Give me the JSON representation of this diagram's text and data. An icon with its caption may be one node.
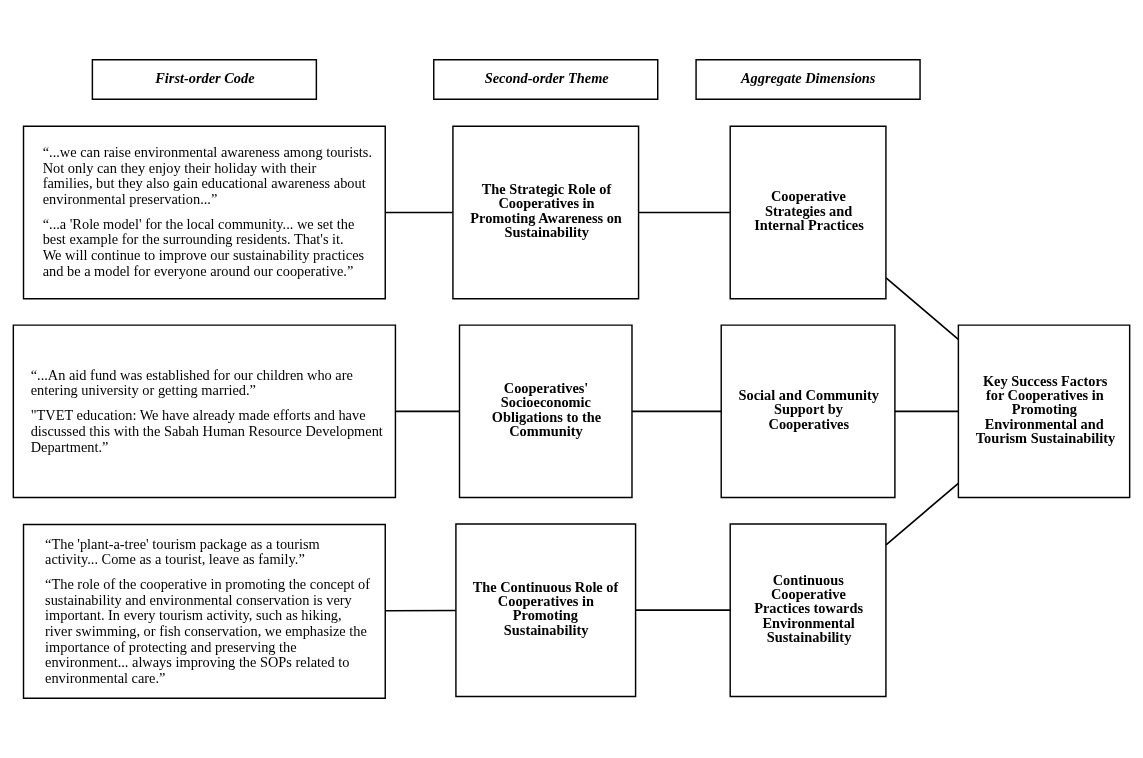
{
  "diagram": {
    "nodes": [
      {
        "text": [
          "First-order Code"
        ]
      },
      {
        "text": [
          "Second-order Theme"
        ]
      },
      {
        "text": [
          "Aggregate Dimensions"
        ]
      },
      {
        "text": [
          "“...we can raise environmental awareness among tourists. Not only can they enjoy their holiday with their families, but they also gain educational awareness about environmental preservation...”",
          "“...a 'Role model' for the local community... we set the best example for the surrounding residents. That's it. We will continue to improve our sustainability practices and be a model for everyone around our cooperative.”"
        ]
      },
      {
        "text": [
          "The Strategic Role of Cooperatives in Promoting Awareness on Sustainability"
        ]
      },
      {
        "text": [
          "Cooperative Strategies and Internal Practices"
        ]
      },
      {
        "text": [
          "“...An aid fund was established for our children who are entering university or getting married.”",
          "\"TVET education: We have already made efforts and have discussed this with the Sabah Human Resource Development Department.”"
        ]
      },
      {
        "text": [
          "Cooperatives' Socioeconomic Obligations to the Community"
        ]
      },
      {
        "text": [
          "Social and Community Support by Cooperatives"
        ]
      },
      {
        "text": [
          "“The 'plant-a-tree' tourism package as a tourism activity... Come as a tourist, leave as family.”",
          "“The role of the cooperative in promoting the concept of sustainability and environmental conservation is very important. In every tourism activity, such as hiking, river swimming, or fish conservation, we emphasize the importance of protecting and preserving the environment... always improving the SOPs related to environmental care.”"
        ]
      },
      {
        "text": [
          "The Continuous Role of Cooperatives in Promoting Sustainability"
        ]
      },
      {
        "text": [
          "Continuous Cooperative Practices towards Environmental Sustainability"
        ]
      },
      {
        "text": [
          "Key Success Factors for Cooperatives in Promoting Environmental and Tourism Sustainability"
        ]
      }
    ],
    "edges": [
      {
        "from": 3,
        "to": 4,
        "arrow": "none"
      },
      {
        "from": 4,
        "to": 5,
        "arrow": "none"
      },
      {
        "from": 6,
        "to": 7,
        "arrow": "none"
      },
      {
        "from": 7,
        "to": 8,
        "arrow": "none"
      },
      {
        "from": 9,
        "to": 10,
        "arrow": "none"
      },
      {
        "from": 10,
        "to": 11,
        "arrow": "none"
      },
      {
        "from": 5,
        "to": 12,
        "arrow": "none"
      },
      {
        "from": 8,
        "to": 12,
        "arrow": "none"
      },
      {
        "from": 11,
        "to": 12,
        "arrow": "none"
      }
    ]
  }
}
